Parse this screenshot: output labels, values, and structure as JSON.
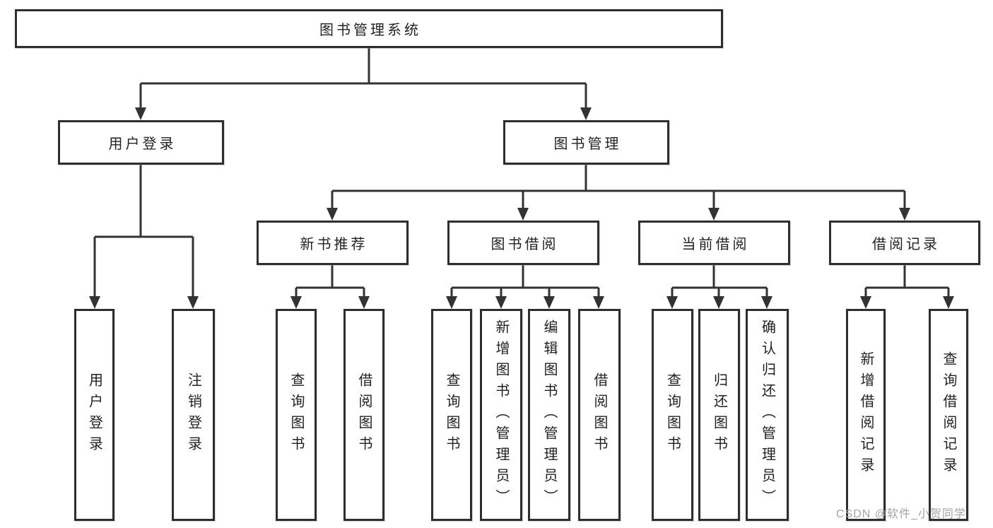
{
  "diagram": {
    "root": {
      "label": "图书管理系统"
    },
    "level2": [
      {
        "id": "user-login",
        "label": "用户登录"
      },
      {
        "id": "book-management",
        "label": "图书管理"
      }
    ],
    "level3": [
      {
        "id": "new-book-recommend",
        "label": "新书推荐"
      },
      {
        "id": "book-borrowing",
        "label": "图书借阅"
      },
      {
        "id": "current-borrowing",
        "label": "当前借阅"
      },
      {
        "id": "borrowing-records",
        "label": "借阅记录"
      }
    ],
    "level4": [
      {
        "id": "user-login-leaf",
        "label": "用户登录"
      },
      {
        "id": "logout",
        "label": "注销登录"
      },
      {
        "id": "query-books-1",
        "label": "查询图书"
      },
      {
        "id": "borrow-books-1",
        "label": "借阅图书"
      },
      {
        "id": "query-books-2",
        "label": "查询图书"
      },
      {
        "id": "add-book-admin",
        "label": "新增图书（管理员）"
      },
      {
        "id": "edit-book-admin",
        "label": "编辑图书（管理员）"
      },
      {
        "id": "borrow-books-2",
        "label": "借阅图书"
      },
      {
        "id": "query-books-3",
        "label": "查询图书"
      },
      {
        "id": "return-books",
        "label": "归还图书"
      },
      {
        "id": "confirm-return-admin",
        "label": "确认归还（管理员）"
      },
      {
        "id": "add-borrow-record",
        "label": "新增借阅记录"
      },
      {
        "id": "query-borrow-record",
        "label": "查询借阅记录"
      }
    ]
  },
  "watermark": {
    "text": "CSDN @软件_小贺同学"
  },
  "colors": {
    "line": "#333333",
    "box_border": "#2e2e2e",
    "text": "#222222",
    "watermark": "#a6a2a2",
    "background": "#ffffff"
  }
}
